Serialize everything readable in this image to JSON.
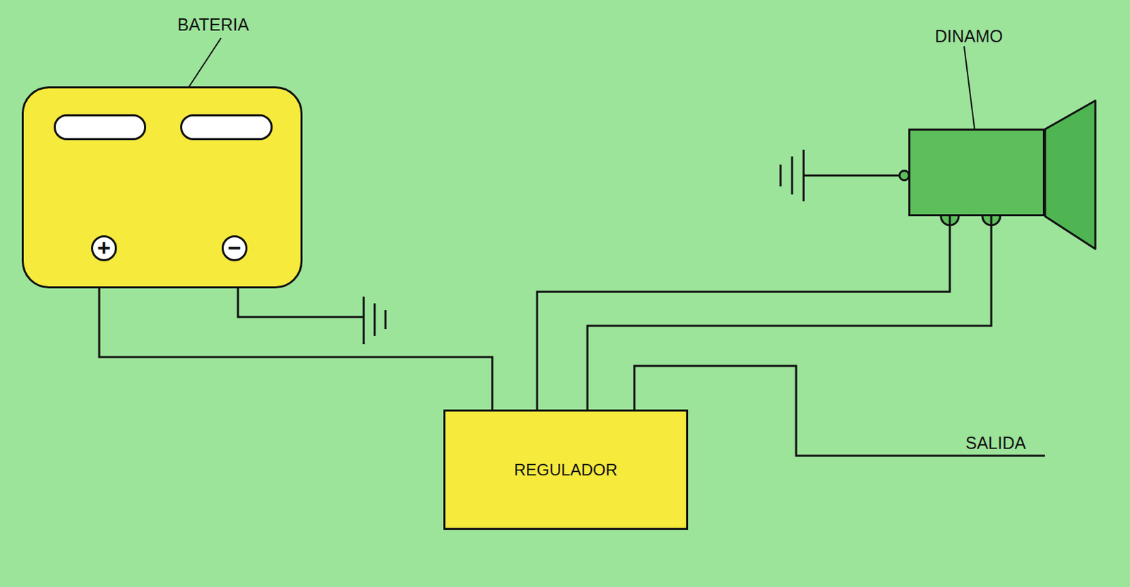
{
  "diagram": {
    "nodes": [
      {
        "text": [
          "BATERIA"
        ]
      },
      {
        "text": [
          "DINAMO"
        ]
      },
      {
        "text": [
          "REGULADOR"
        ]
      }
    ],
    "edges": [
      {
        "from": 0,
        "to": 2,
        "arrow": "none"
      },
      {
        "from": 1,
        "to": 2,
        "arrow": "none"
      },
      {
        "from": 1,
        "to": 2,
        "arrow": "none"
      }
    ],
    "labels": [
      "+",
      "−",
      "SALIDA"
    ]
  }
}
